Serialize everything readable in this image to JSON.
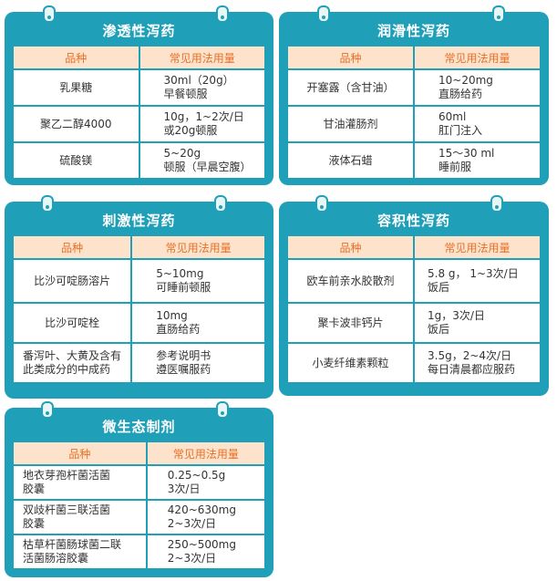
{
  "colors": {
    "header_bg": "#1fa0b8",
    "thead_bg": "#fde3cc",
    "thead_text": "#e86f26"
  },
  "headers": {
    "variety": "品种",
    "usage": "常见用法用量"
  },
  "cards": {
    "osmotic": {
      "title": "渗透性泻药",
      "rows": [
        {
          "name": "乳果糖",
          "dose1": "30ml（20g）",
          "dose2": "早餐顿服"
        },
        {
          "name": "聚乙二醇4000",
          "dose1": "10g，1~2次/日",
          "dose2": "或20g顿服"
        },
        {
          "name": "硫酸镁",
          "dose1": "5~20g",
          "dose2": "顿服（早晨空腹）"
        }
      ]
    },
    "lubricant": {
      "title": "润滑性泻药",
      "rows": [
        {
          "name": "开塞露（含甘油）",
          "dose1": "10~20mg",
          "dose2": "直肠给药"
        },
        {
          "name": "甘油灌肠剂",
          "dose1": "60ml",
          "dose2": "肛门注入"
        },
        {
          "name": "液体石蜡",
          "dose1": "15～30 ml",
          "dose2": "睡前服"
        }
      ]
    },
    "stimulant": {
      "title": "刺激性泻药",
      "rows": [
        {
          "name": "比沙可啶肠溶片",
          "dose1": "5~10mg",
          "dose2": "可睡前顿服"
        },
        {
          "name": "比沙可啶栓",
          "dose1": "10mg",
          "dose2": "直肠给药"
        },
        {
          "name": "番泻叶、大黄及含有",
          "name2": "此类成分的中成药",
          "dose1": "参考说明书",
          "dose2": "遵医嘱服药"
        }
      ]
    },
    "bulk": {
      "title": "容积性泻药",
      "rows": [
        {
          "name": "欧车前亲水胶散剂",
          "dose1": "5.8 g， 1~3次/日",
          "dose2": "饭后"
        },
        {
          "name": "聚卡波非钙片",
          "dose1": "1g，3次/日",
          "dose2": "饭后"
        },
        {
          "name": "小麦纤维素颗粒",
          "dose1": "3.5g，2~4次/日",
          "dose2": "每日清晨都应服药"
        }
      ]
    },
    "probiotic": {
      "title": "微生态制剂",
      "rows": [
        {
          "name": "地衣芽孢杆菌活菌",
          "name2": "胶囊",
          "dose1": "0.25~0.5g",
          "dose2": "3次/日"
        },
        {
          "name": "双歧杆菌三联活菌",
          "name2": "胶囊",
          "dose1": "420~630mg",
          "dose2": "2~3次/日"
        },
        {
          "name": "枯草杆菌肠球菌二联",
          "name2": "活菌肠溶胶囊",
          "dose1": "250~500mg",
          "dose2": "2~3次/日"
        }
      ]
    }
  }
}
